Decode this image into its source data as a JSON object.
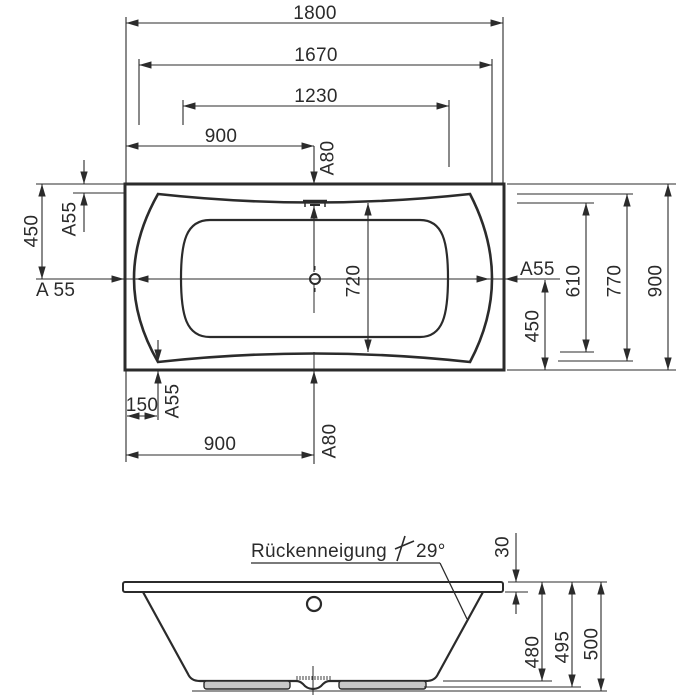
{
  "drawing": {
    "title": "bathtub-dimension-drawing",
    "top_view": {
      "dim_1800": "1800",
      "dim_1670": "1670",
      "dim_1230": "1230",
      "dim_900_top": "900",
      "dim_a80_top": "A80",
      "dim_450_left": "450",
      "dim_a55_top_left": "A55",
      "dim_a55_left": "A 55",
      "dim_720": "720",
      "dim_150": "150",
      "dim_a55_bottom": "A55",
      "dim_900_bottom": "900",
      "dim_a80_bottom": "A80",
      "dim_a55_right": "A55",
      "dim_450_right": "450",
      "dim_610": "610",
      "dim_770": "770",
      "dim_900_right": "900"
    },
    "side_view": {
      "back_slope_label": "Rückenneigung",
      "back_slope_angle": "29°",
      "dim_30": "30",
      "dim_480": "480",
      "dim_495": "495",
      "dim_500": "500"
    },
    "colors": {
      "line": "#2b2b2b",
      "foot_fill": "#c8c8c8",
      "background": "#ffffff"
    }
  }
}
